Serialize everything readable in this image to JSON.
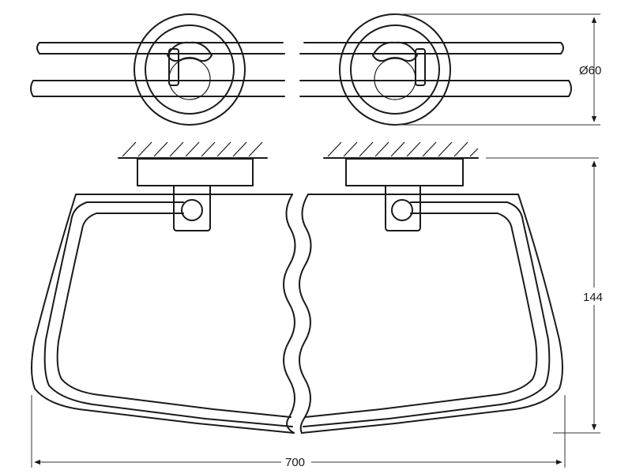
{
  "dimensions": {
    "diameter_label": "Ø60",
    "height_label": "144",
    "width_label": "700"
  },
  "colors": {
    "line": "#1a1a1a",
    "background": "#ffffff"
  }
}
